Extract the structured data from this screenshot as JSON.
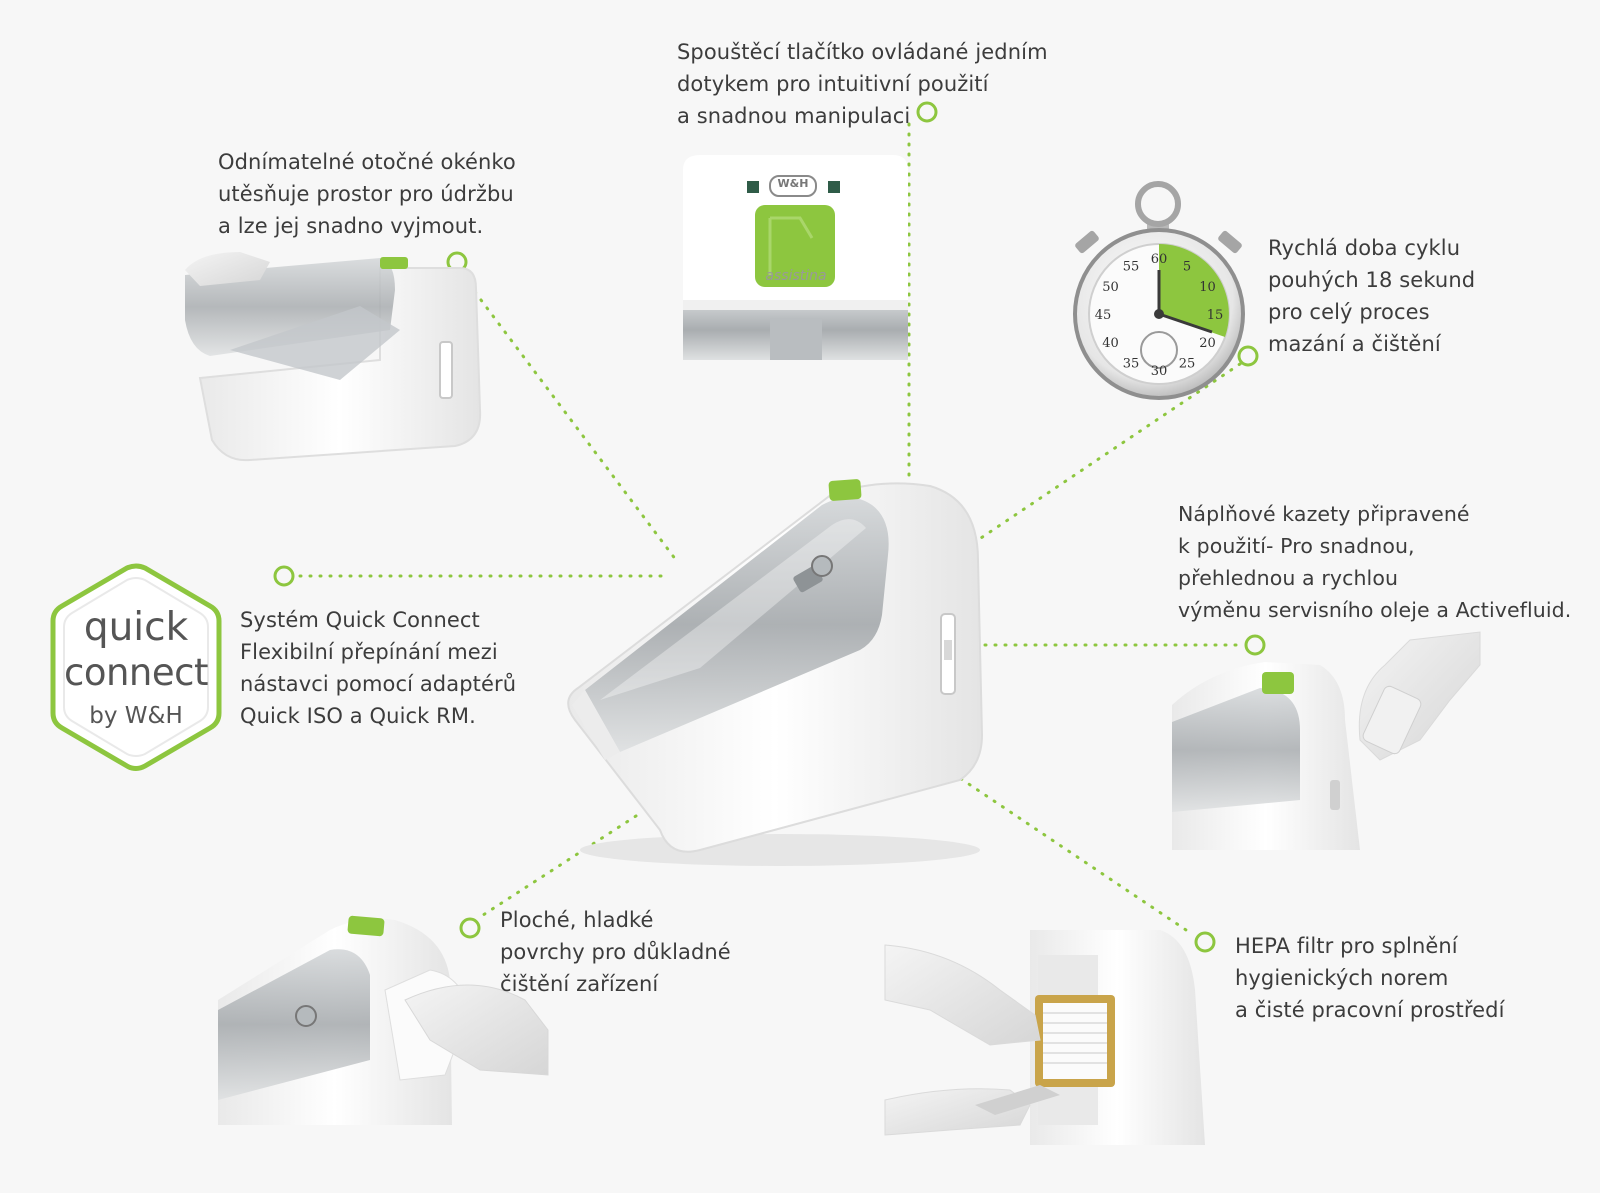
{
  "colors": {
    "accent": "#8dc63f",
    "text": "#3c3c3c",
    "background": "#f7f7f7"
  },
  "features": {
    "trigger": {
      "lines": [
        "Spouštěcí tlačítko ovládané jedním",
        "dotykem pro intuitivní použití",
        "a snadnou manipulaci"
      ]
    },
    "window": {
      "lines": [
        "Odnímatelné otočné okénko",
        "utěsňuje prostor pro údržbu",
        "a lze jej snadno vyjmout."
      ]
    },
    "cycle": {
      "lines": [
        "Rychlá doba cyklu",
        "pouhých 18 sekund",
        "pro celý proces",
        "mazání a čištění"
      ]
    },
    "cartridges": {
      "lines": [
        "Náplňové kazety připravené",
        "k použití- Pro snadnou,",
        "přehlednou a rychlou",
        "výměnu servisního oleje a Activefluid."
      ]
    },
    "quick_connect": {
      "lines": [
        "Systém Quick Connect",
        "Flexibilní přepínání mezi",
        "nástavci pomocí adaptérů",
        "Quick ISO a Quick RM."
      ]
    },
    "surfaces": {
      "lines": [
        "Ploché, hladké",
        "povrchy pro důkladné",
        "čištění zařízení"
      ]
    },
    "hepa": {
      "lines": [
        "HEPA filtr pro splnění",
        "hygienických norem",
        "a čisté pracovní prostředí"
      ]
    }
  },
  "logo": {
    "line1": "quick",
    "line2": "connect",
    "line3": "by W&H"
  },
  "device": {
    "brand": "W&H",
    "model": "assistina"
  },
  "stopwatch": {
    "numbers": [
      "60",
      "5",
      "10",
      "15",
      "20",
      "25",
      "30",
      "35",
      "40",
      "45",
      "50",
      "55"
    ]
  }
}
